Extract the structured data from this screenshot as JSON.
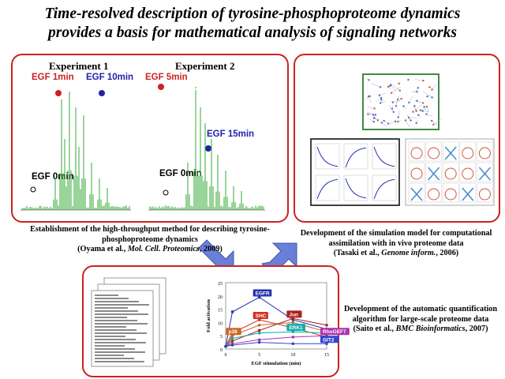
{
  "title": {
    "line1": "Time-resolved description of tyrosine-phosphoproteome dynamics",
    "line2": "provides a basis for mathematical analysis of signaling networks"
  },
  "experiments": {
    "exp1": {
      "heading": "Experiment 1",
      "tag_a": "EGF 1min",
      "tag_b": "EGF 10min",
      "tag_c": "EGF 0min"
    },
    "exp2": {
      "heading": "Experiment 2",
      "tag_a": "EGF 5min",
      "tag_b": "EGF 15min",
      "tag_c": "EGF 0min"
    }
  },
  "captions": {
    "left": {
      "line1": "Establishment of the high-throughput method for describing tyrosine-",
      "line2": "phosphoproteome dynamics",
      "cite_pre": "(Oyama et al., ",
      "cite_journal": "Mol. Cell. Proteomics",
      "cite_post": ", 2009)"
    },
    "right": {
      "line1": "Development of the simulation model for computational",
      "line2": "assimilation with in vivo proteome data",
      "cite_pre": "(Tasaki et al., ",
      "cite_journal": "Genome inform.",
      "cite_post": ", 2006)"
    },
    "bottom": {
      "line1": "Development of the automatic quantification",
      "line2": "algorithm for large-scale proteome data",
      "cite_pre": "(Saito et al., ",
      "cite_journal": "BMC Bioinformatics",
      "cite_post": ", 2007)"
    }
  },
  "chart_data": {
    "type": "line",
    "xlabel": "EGF stimulation (min)",
    "ylabel": "Fold activation",
    "x": [
      0,
      1,
      5,
      10,
      15
    ],
    "xticks": [
      "0",
      "5",
      "10",
      "15"
    ],
    "yticks": [
      "0",
      "5",
      "10",
      "15",
      "20",
      "25"
    ],
    "ylim": [
      0,
      25
    ],
    "series": [
      {
        "name": "EGFR",
        "values": [
          1,
          14,
          19.5,
          11,
          7.5
        ],
        "color": "#2233aa"
      },
      {
        "name": "SHC",
        "values": [
          1,
          6,
          11,
          8,
          4.5
        ],
        "color": "#cc3322"
      },
      {
        "name": "p38",
        "values": [
          1,
          5,
          9,
          10,
          6.5
        ],
        "color": "#cc6622"
      },
      {
        "name": "Jun",
        "values": [
          1,
          3,
          7,
          11.5,
          9
        ],
        "color": "#aa2222"
      },
      {
        "name": "ERK1",
        "values": [
          1,
          4,
          6,
          6.5,
          6
        ],
        "color": "#11aaaa"
      },
      {
        "name": "RhoGEF7",
        "values": [
          1,
          2,
          3.5,
          4.5,
          5
        ],
        "color": "#aa33aa"
      },
      {
        "name": "GIT2",
        "values": [
          1,
          1.5,
          2.5,
          2,
          2
        ],
        "color": "#3344cc"
      }
    ]
  },
  "colors": {
    "panel_border": "#cc2222",
    "arrow": "#6a7fd8",
    "spectrum": "#33aa33"
  }
}
